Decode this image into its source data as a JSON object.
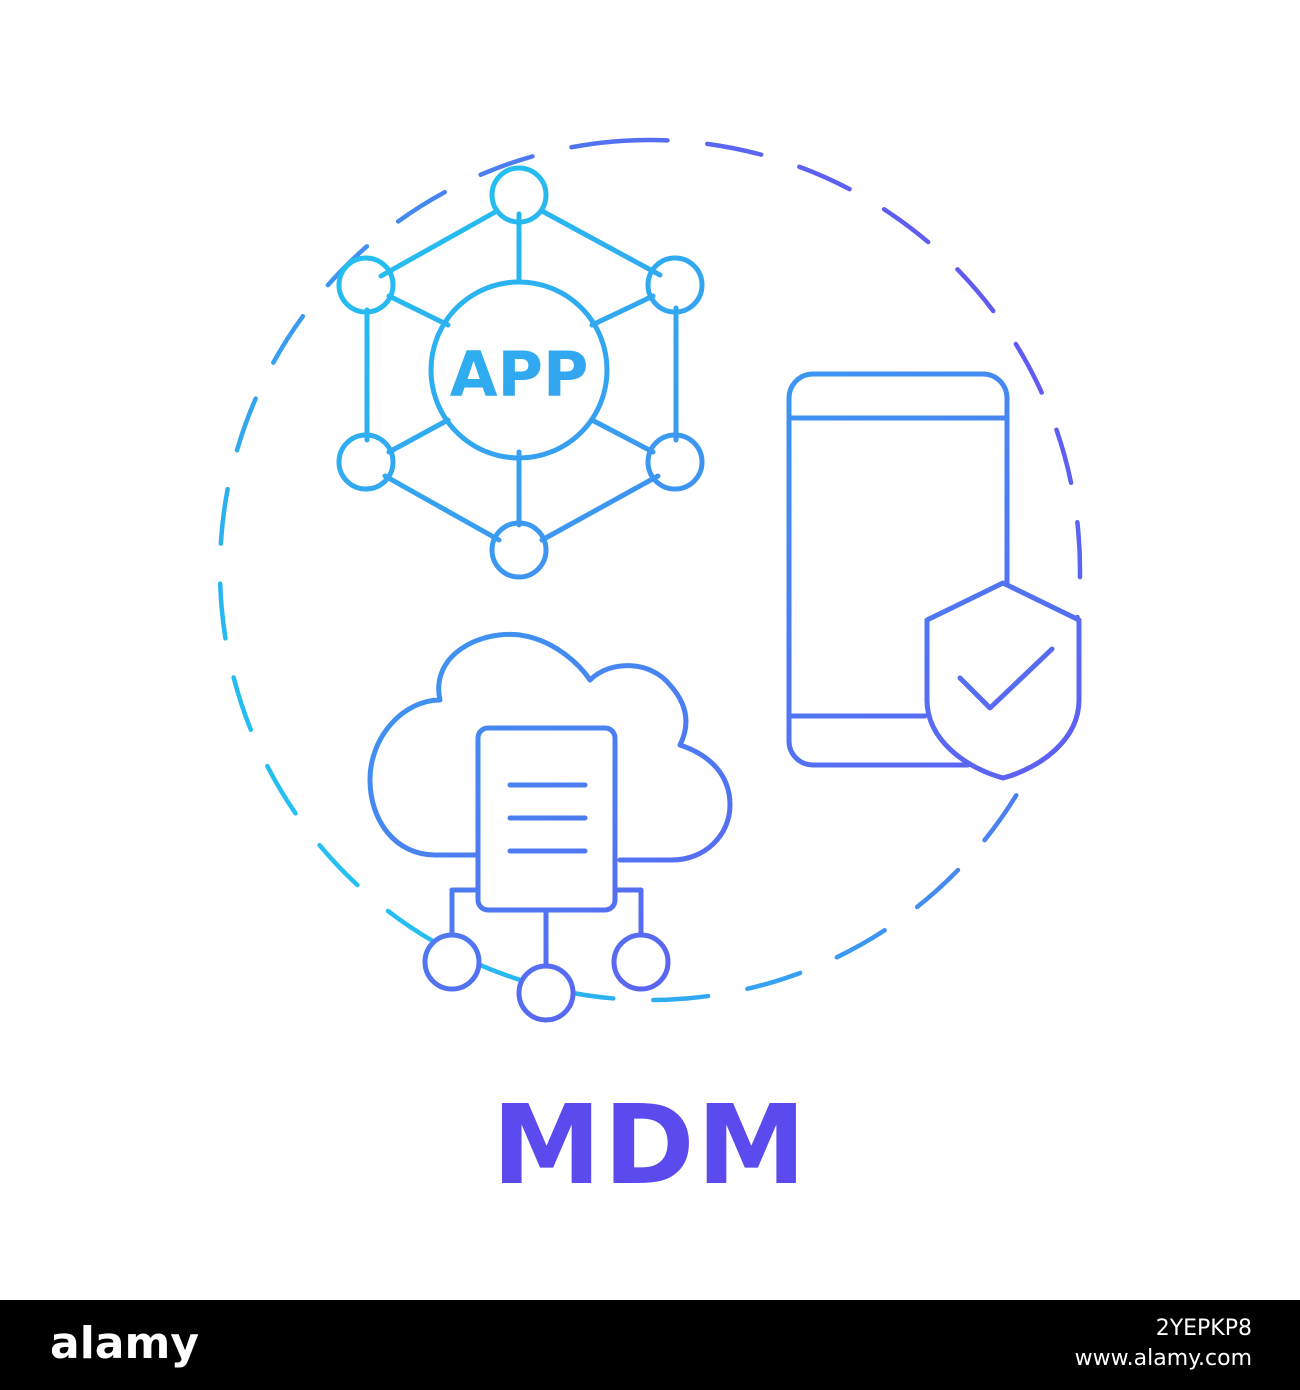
{
  "icon": {
    "app_label": "APP",
    "names": [
      "app-network-icon",
      "smartphone-icon",
      "shield-check-icon",
      "cloud-server-icon"
    ],
    "gradient": {
      "start": "#1EC8F0",
      "end": "#6A4CF2"
    }
  },
  "title": {
    "text": "MDM",
    "color": "#5B4BEF"
  },
  "footer": {
    "logo": "alamy",
    "image_id": "2YEPKP8",
    "website": "www.alamy.com",
    "background": "#000000"
  }
}
